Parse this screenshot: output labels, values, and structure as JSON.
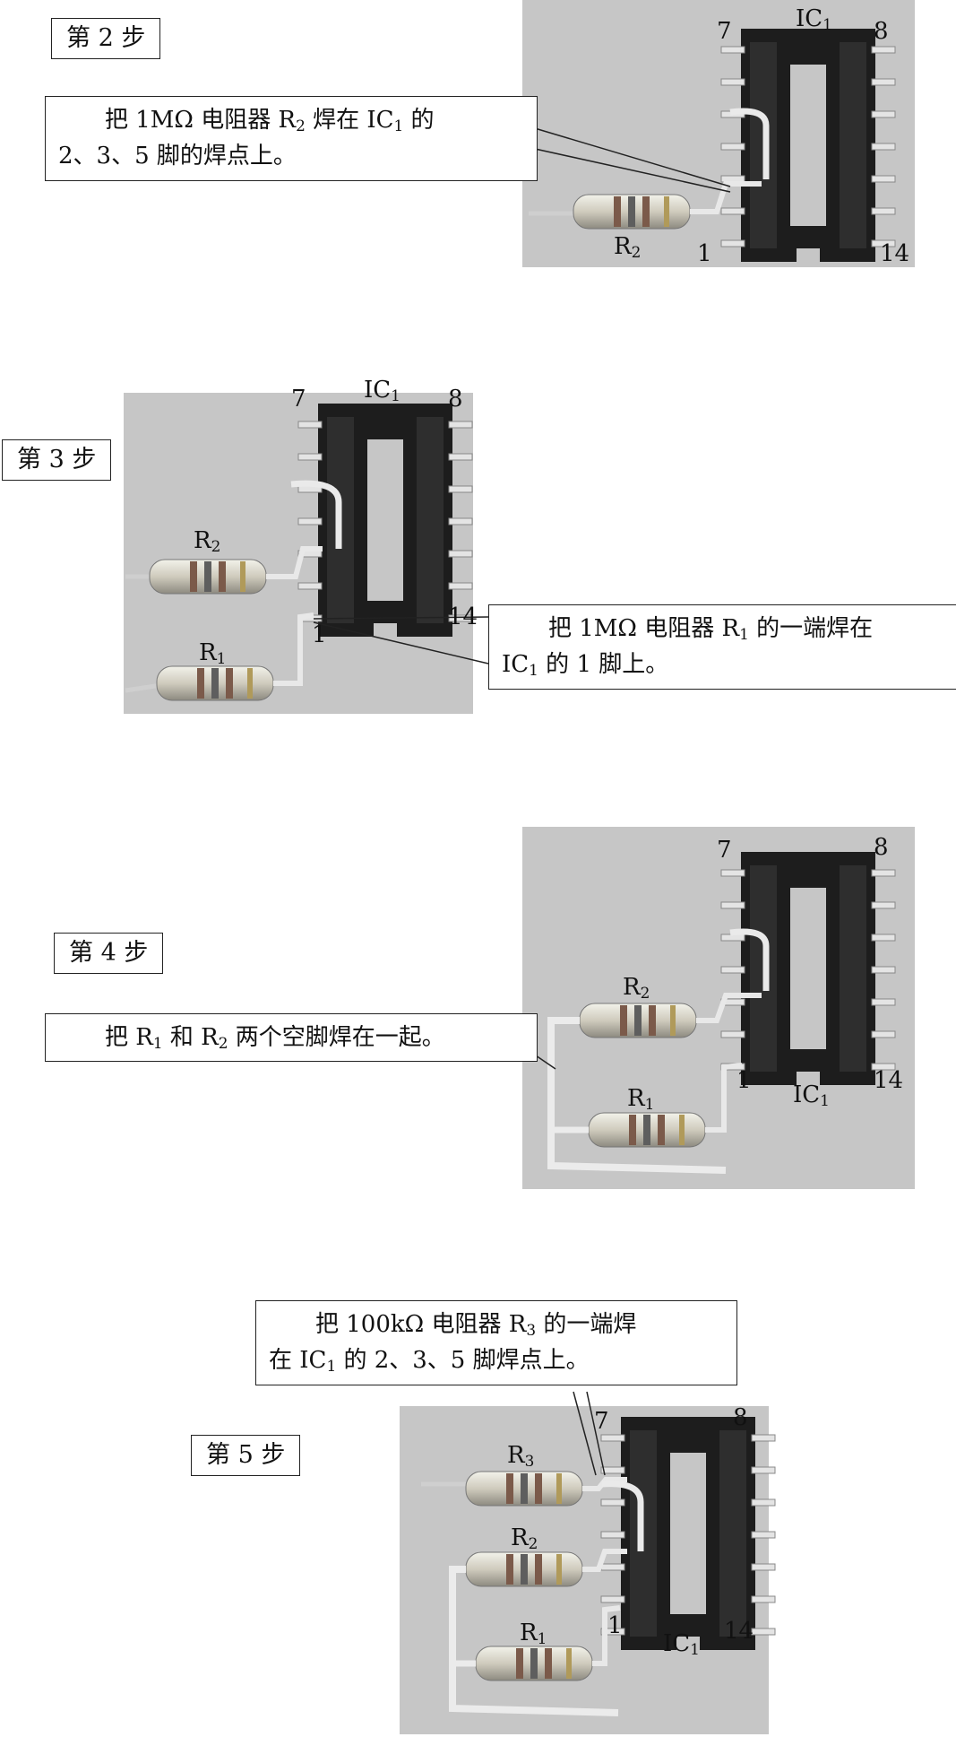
{
  "steps": [
    {
      "label": "第 2 步",
      "note_l1_a": "把 1MΩ 电阻器 R",
      "note_l1_sub1": "2",
      "note_l1_b": " 焊在 IC",
      "note_l1_sub2": "1",
      "note_l1_c": " 的",
      "note_l2": "2、3、5 脚的焊点上。",
      "pins": {
        "p7": "7",
        "p8": "8",
        "p1": "1",
        "p14": "14"
      },
      "ic": "IC",
      "ic_sub": "1",
      "r2": "R",
      "r2_sub": "2"
    },
    {
      "label": "第 3 步",
      "note_l1_a": "把 1MΩ 电阻器 R",
      "note_l1_sub1": "1",
      "note_l1_b": " 的一端焊在",
      "note_l2_a": "IC",
      "note_l2_sub": "1",
      "note_l2_b": " 的 1 脚上。",
      "pins": {
        "p7": "7",
        "p8": "8",
        "p1": "1",
        "p14": "14"
      },
      "ic": "IC",
      "ic_sub": "1",
      "r2": "R",
      "r2_sub": "2",
      "r1": "R",
      "r1_sub": "1"
    },
    {
      "label": "第 4 步",
      "note_a": "把 R",
      "note_sub1": "1",
      "note_b": " 和 R",
      "note_sub2": "2",
      "note_c": " 两个空脚焊在一起。",
      "pins": {
        "p7": "7",
        "p8": "8",
        "p1": "1",
        "p14": "14"
      },
      "ic": "IC",
      "ic_sub": "1",
      "r2": "R",
      "r2_sub": "2",
      "r1": "R",
      "r1_sub": "1"
    },
    {
      "label": "第 5 步",
      "note_l1_a": "把 100kΩ 电阻器 R",
      "note_l1_sub1": "3",
      "note_l1_b": " 的一端焊",
      "note_l2_a": "在 IC",
      "note_l2_sub": "1",
      "note_l2_b": " 的 2、3、5 脚焊点上。",
      "pins": {
        "p7": "7",
        "p8": "8",
        "p1": "1",
        "p14": "14"
      },
      "ic": "IC",
      "ic_sub": "1",
      "r3": "R",
      "r3_sub": "3",
      "r2": "R",
      "r2_sub": "2",
      "r1": "R",
      "r1_sub": "1"
    }
  ]
}
